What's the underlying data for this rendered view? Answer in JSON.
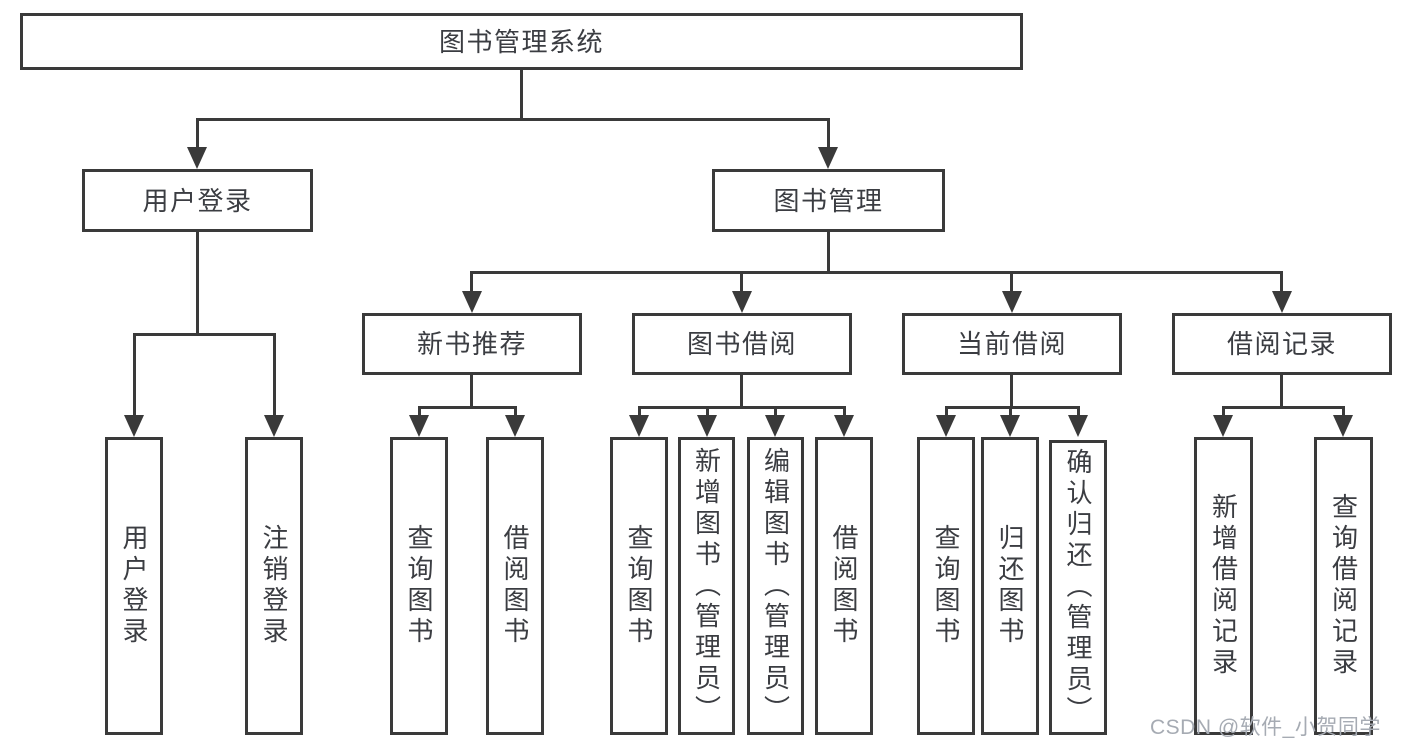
{
  "diagram": {
    "root": {
      "label": "图书管理系统",
      "children": [
        {
          "label": "用户登录",
          "children": [
            {
              "label": "用户登录"
            },
            {
              "label": "注销登录"
            }
          ]
        },
        {
          "label": "图书管理",
          "children": [
            {
              "label": "新书推荐",
              "children": [
                {
                  "label": "查询图书"
                },
                {
                  "label": "借阅图书"
                }
              ]
            },
            {
              "label": "图书借阅",
              "children": [
                {
                  "label": "查询图书"
                },
                {
                  "label": "新增图书（管理员）"
                },
                {
                  "label": "编辑图书（管理员）"
                },
                {
                  "label": "借阅图书"
                }
              ]
            },
            {
              "label": "当前借阅",
              "children": [
                {
                  "label": "查询图书"
                },
                {
                  "label": "归还图书"
                },
                {
                  "label": "确认归还（管理员）"
                }
              ]
            },
            {
              "label": "借阅记录",
              "children": [
                {
                  "label": "新增借阅记录"
                },
                {
                  "label": "查询借阅记录"
                }
              ]
            }
          ]
        }
      ]
    }
  },
  "watermark": {
    "text": "CSDN @软件_小贺同学"
  },
  "colors": {
    "border": "#3a3a3a",
    "text": "#3b3d42",
    "watermark": "#a6abb3",
    "background": "#ffffff"
  }
}
